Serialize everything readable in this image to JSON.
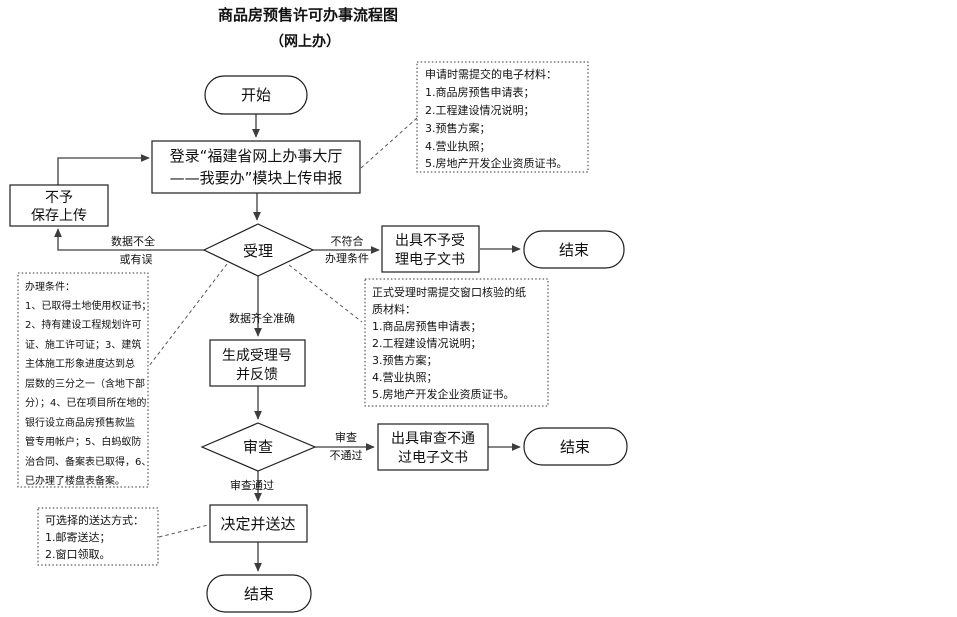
{
  "title": "商品房预售许可办事流程图",
  "subtitle": "（网上办）",
  "nodes": {
    "start": "开始",
    "login": {
      "line1": "登录“福建省网上办事大厅",
      "line2": "——我要办”模块上传申报"
    },
    "no_save": {
      "line1": "不予",
      "line2": "保存上传"
    },
    "accept": "受理",
    "reject_doc": {
      "line1": "出具不予受",
      "line2": "理电子文书"
    },
    "end_top": "结束",
    "gen_number": {
      "line1": "生成受理号",
      "line2": "并反馈"
    },
    "review": "审查",
    "review_fail_doc": {
      "line1": "出具审查不通",
      "line2": "过电子文书"
    },
    "end_mid": "结束",
    "decide": "决定并送达",
    "end_bottom": "结束"
  },
  "edge_labels": {
    "incomplete_1": "数据不全",
    "incomplete_2": "或有误",
    "not_qualified_1": "不符合",
    "not_qualified_2": "办理条件",
    "complete": "数据齐全准确",
    "review_fail_1": "审查",
    "review_fail_2": "不通过",
    "review_pass": "审查通过"
  },
  "notes": {
    "electronic": {
      "lines": [
        "申请时需提交的电子材料：",
        "1.商品房预售申请表；",
        "2.工程建设情况说明；",
        "3.预售方案；",
        "4.营业执照；",
        "5.房地产开发企业资质证书。"
      ]
    },
    "conditions": {
      "lines": [
        "办理条件：",
        "1、已取得土地使用权证书；",
        "2、持有建设工程规划许可",
        "证、施工许可证；3、建筑",
        "主体施工形象进度达到总",
        "层数的三分之一（含地下部",
        "分）；4、已在项目所在地的",
        "银行设立商品房预售款监",
        "管专用帐户；5、白蚂蚁防",
        "治合同、备案表已取得，6、",
        "已办理了楼盘表备案。"
      ]
    },
    "paper": {
      "lines": [
        "正式受理时需提交窗口核验的纸",
        "质材料：",
        "1.商品房预售申请表；",
        "2.工程建设情况说明；",
        "3.预售方案；",
        "4.营业执照；",
        "5.房地产开发企业资质证书。"
      ]
    },
    "delivery": {
      "lines": [
        "可选择的送达方式：",
        "1.邮寄送达；",
        "2.窗口领取。"
      ]
    }
  }
}
